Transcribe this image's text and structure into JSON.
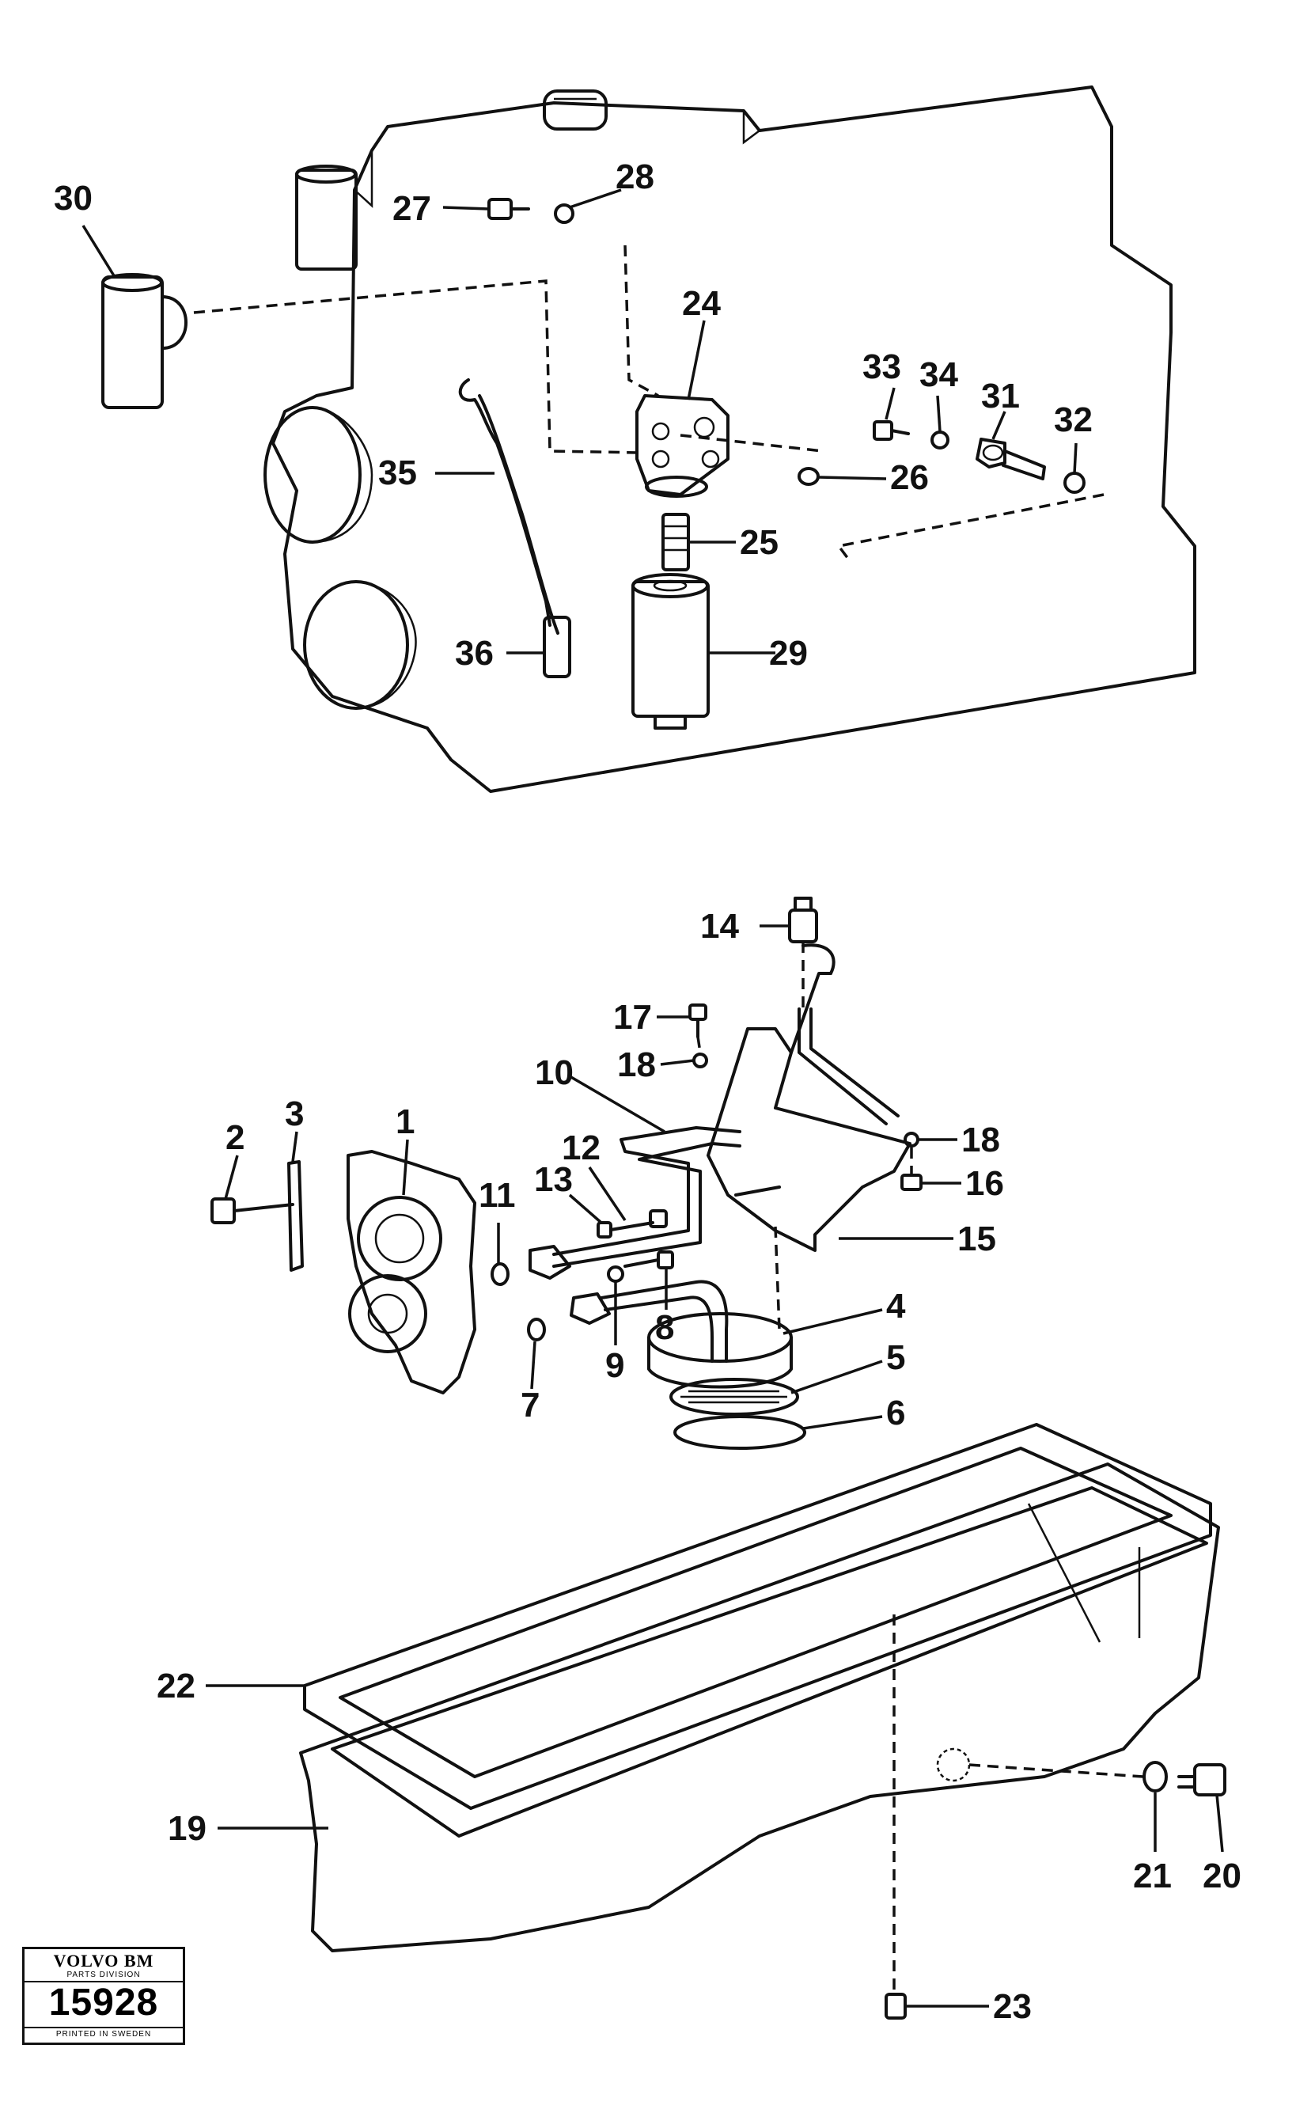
{
  "callouts": {
    "c1": "1",
    "c2": "2",
    "c3": "3",
    "c4": "4",
    "c5": "5",
    "c6": "6",
    "c7": "7",
    "c8": "8",
    "c9": "9",
    "c10": "10",
    "c11": "11",
    "c12": "12",
    "c13": "13",
    "c14": "14",
    "c15": "15",
    "c16": "16",
    "c17": "17",
    "c18a": "18",
    "c18b": "18",
    "c19": "19",
    "c20": "20",
    "c21": "21",
    "c22": "22",
    "c23": "23",
    "c24": "24",
    "c25": "25",
    "c26": "26",
    "c27": "27",
    "c28": "28",
    "c29": "29",
    "c30": "30",
    "c31": "31",
    "c32": "32",
    "c33": "33",
    "c34": "34",
    "c35": "35",
    "c36": "36"
  },
  "badge": {
    "brand": "VOLVO BM",
    "division": "PARTS DIVISION",
    "number": "15928",
    "footer": "PRINTED IN SWEDEN"
  }
}
